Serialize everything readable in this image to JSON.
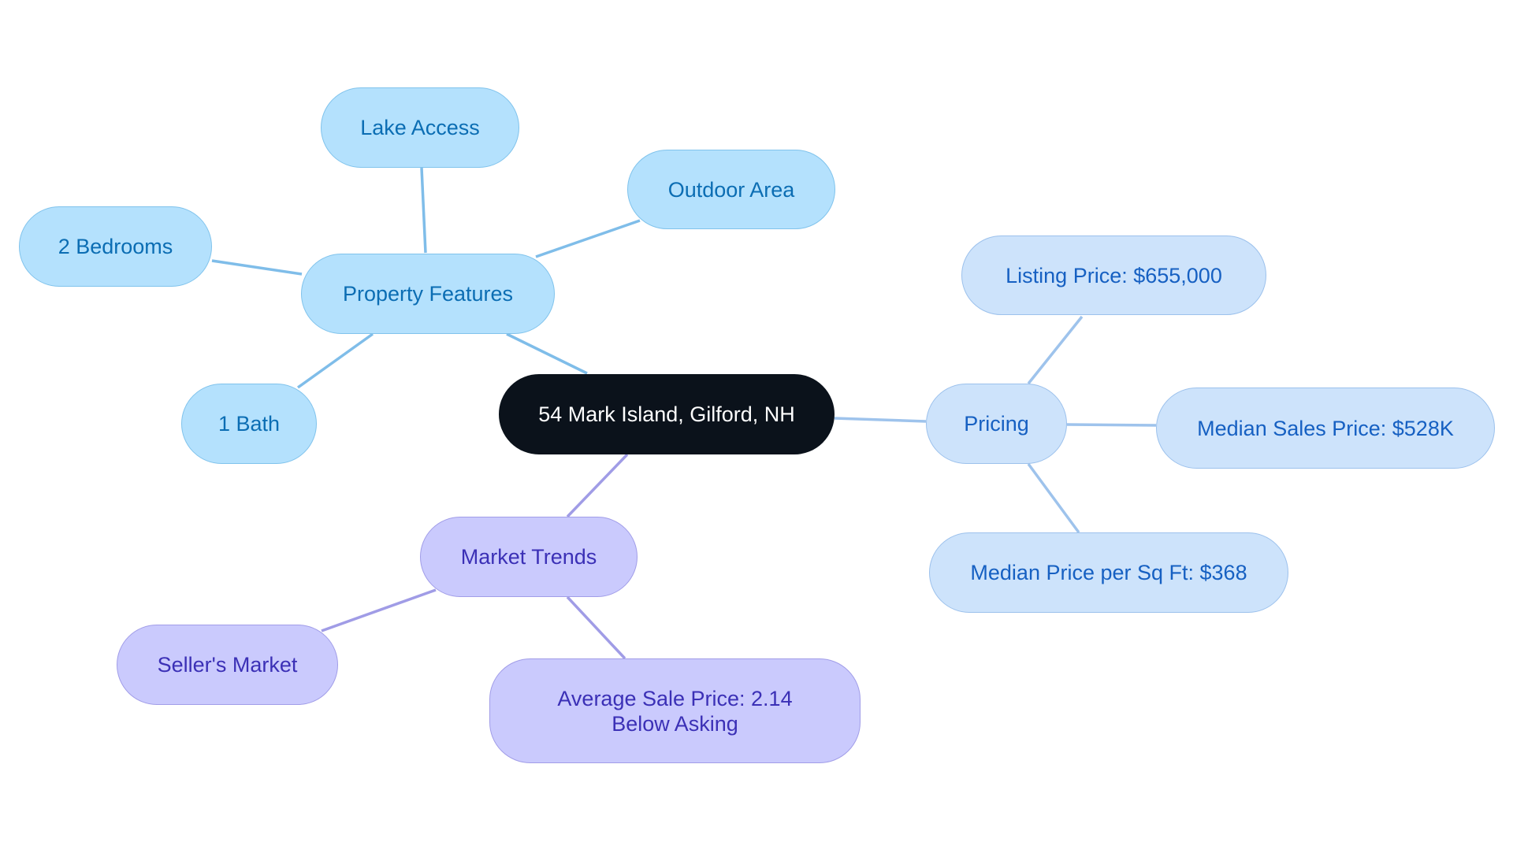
{
  "colors": {
    "feature_edge": "#7fbde9",
    "pricing_edge": "#9ec3ec",
    "trend_edge": "#a09ce6",
    "center": "#0b121b"
  },
  "center": {
    "label": "54 Mark Island, Gilford, NH"
  },
  "property_features": {
    "label": "Property Features",
    "children": [
      "Lake Access",
      "Outdoor Area",
      "2 Bedrooms",
      "1 Bath"
    ]
  },
  "pricing": {
    "label": "Pricing",
    "children": [
      "Listing Price: $655,000",
      "Median Sales Price: $528K",
      "Median Price per Sq Ft: $368"
    ]
  },
  "market_trends": {
    "label": "Market Trends",
    "children": [
      "Seller's Market",
      "Average Sale Price: 2.14 Below Asking"
    ]
  }
}
